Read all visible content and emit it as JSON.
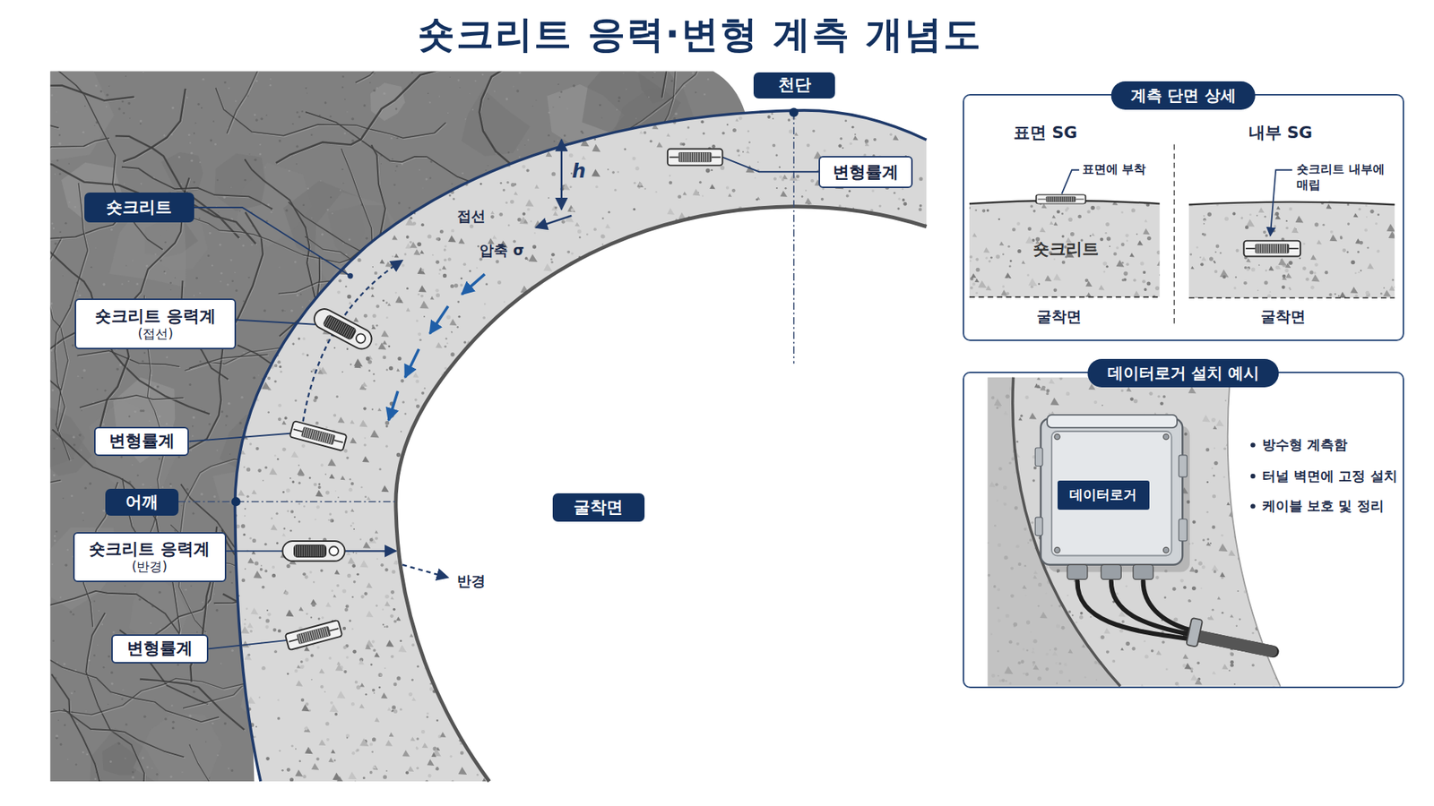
{
  "diagram": {
    "title": "숏크리트 응력·변형 계측 개념도",
    "nodes": [
      {
        "text": [
          "천단"
        ]
      },
      {
        "text": [
          "변형률계"
        ]
      },
      {
        "text": [
          "숏크리트"
        ]
      },
      {
        "text": [
          "숏크리트 응력계",
          "(접선)"
        ]
      },
      {
        "text": [
          "변형률계"
        ]
      },
      {
        "text": [
          "어깨"
        ]
      },
      {
        "text": [
          "굴착면"
        ]
      },
      {
        "text": [
          "숏크리트 응력계",
          "(반경)"
        ]
      },
      {
        "text": [
          "변형률계"
        ]
      },
      {
        "text": [
          "계측 단면 상세"
        ]
      },
      {
        "text": [
          "숏크리트"
        ],
        "in": 9
      },
      {
        "text": [
          "데이터로거 설치 예시"
        ]
      },
      {
        "text": [
          "데이터로거"
        ],
        "in": 11
      }
    ],
    "labels": [
      "h",
      "접선",
      "압축 σ",
      "반경",
      "표면 SG",
      "내부 SG",
      "표면에 부착",
      "숏크리트 내부에 매립",
      "굴착면",
      "굴착면",
      "방수형 계측함",
      "터널 벽면에 고정 설치",
      "케이블 보호 및 정리"
    ]
  }
}
